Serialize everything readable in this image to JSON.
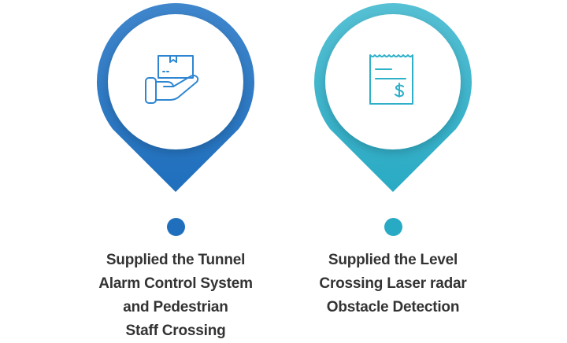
{
  "colors": {
    "blue_main": "#1f6fbd",
    "blue_edge": "#3f86cc",
    "teal_main": "#29aac4",
    "teal_edge": "#56c0d4",
    "icon_blue": "#2e86d1",
    "icon_teal": "#2fb0c9",
    "text": "#333333"
  },
  "items": [
    {
      "icon": "hand-holding-box-icon",
      "lines": [
        "Supplied the Tunnel",
        "Alarm Control System",
        "and Pedestrian",
        "Staff Crossing"
      ]
    },
    {
      "icon": "receipt-dollar-icon",
      "lines": [
        "Supplied the Level",
        "Crossing Laser radar",
        "Obstacle Detection"
      ]
    }
  ]
}
